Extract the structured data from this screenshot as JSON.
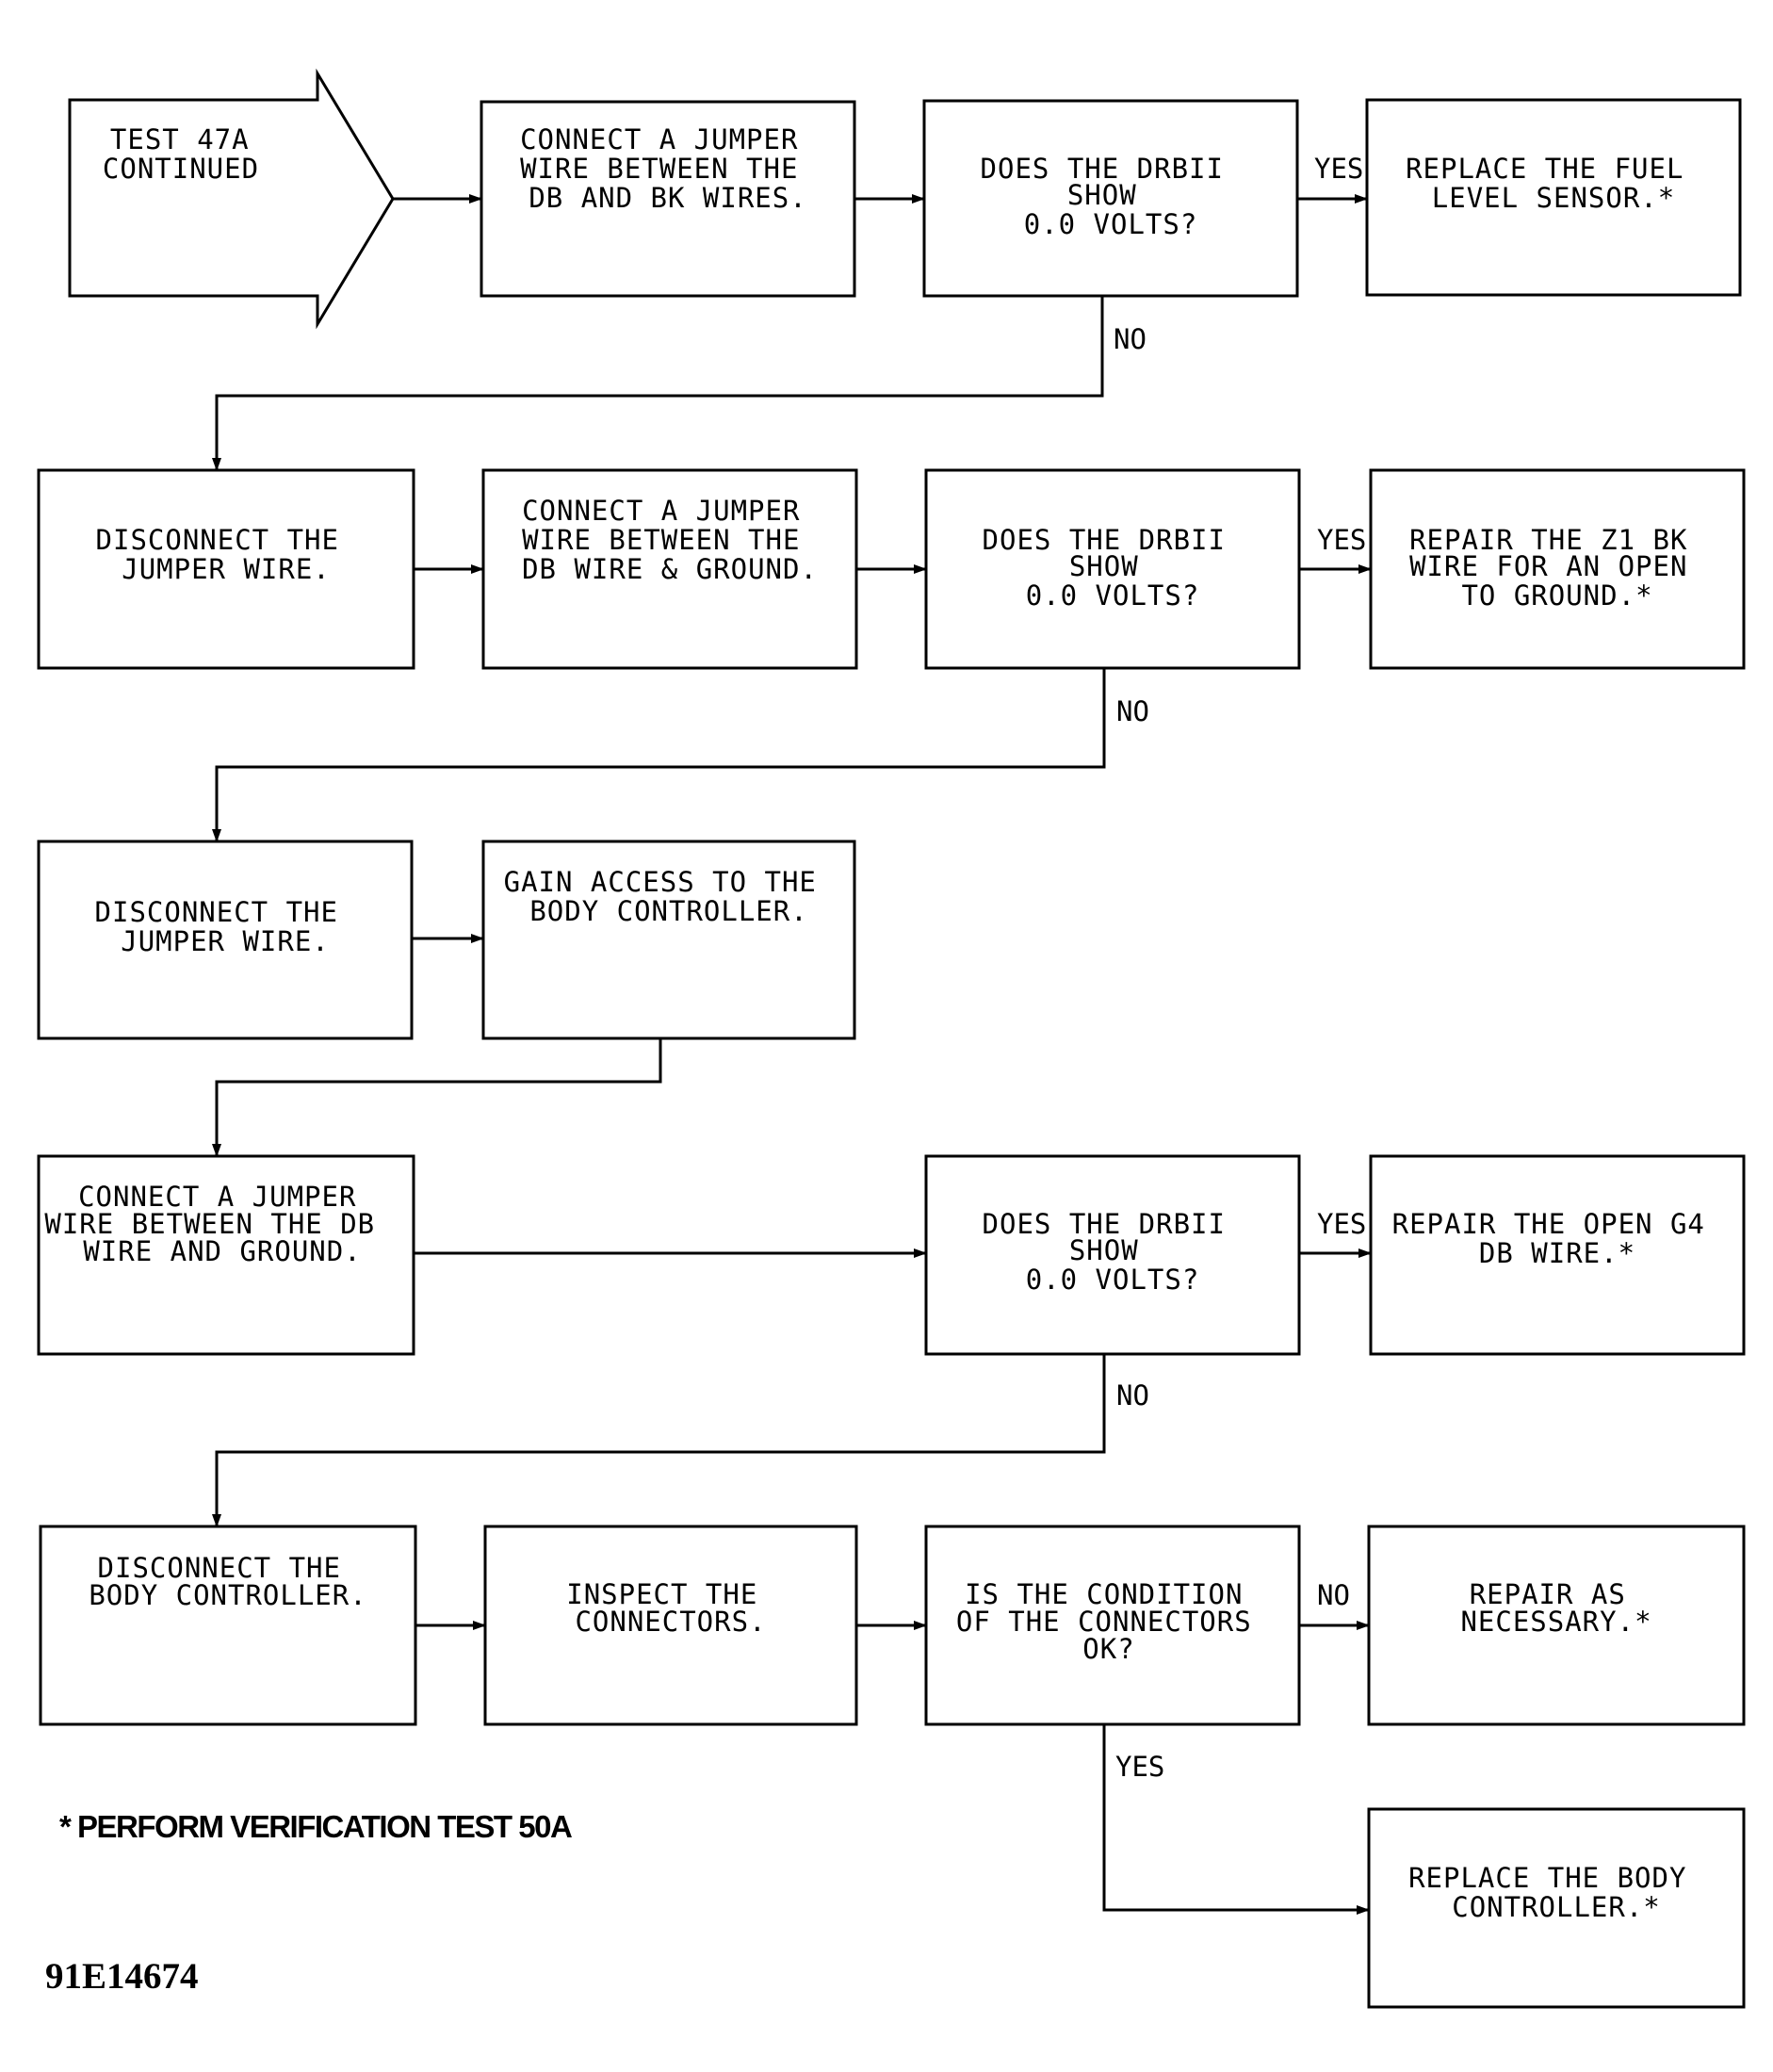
{
  "start": {
    "lines": [
      "TEST 47A",
      "CONTINUED"
    ]
  },
  "row1": {
    "step1": {
      "lines": [
        "CONNECT A JUMPER",
        "WIRE BETWEEN THE",
        "DB AND BK WIRES."
      ]
    },
    "decision": {
      "lines": [
        "DOES THE DRBII",
        "SHOW",
        "0.0 VOLTS?"
      ]
    },
    "yes_label": "YES",
    "no_label": "NO",
    "result": {
      "lines": [
        "REPLACE THE FUEL",
        "LEVEL SENSOR.*"
      ]
    }
  },
  "row2": {
    "step1": {
      "lines": [
        "DISCONNECT THE",
        "JUMPER WIRE."
      ]
    },
    "step2": {
      "lines": [
        "CONNECT A JUMPER",
        "WIRE BETWEEN THE",
        "DB WIRE & GROUND."
      ]
    },
    "decision": {
      "lines": [
        "DOES THE DRBII",
        "SHOW",
        "0.0 VOLTS?"
      ]
    },
    "yes_label": "YES",
    "no_label": "NO",
    "result": {
      "lines": [
        "REPAIR THE Z1 BK",
        "WIRE FOR AN OPEN",
        "TO GROUND.*"
      ]
    }
  },
  "row3": {
    "step1": {
      "lines": [
        "DISCONNECT THE",
        "JUMPER WIRE."
      ]
    },
    "step2": {
      "lines": [
        "GAIN ACCESS TO THE",
        "BODY CONTROLLER."
      ]
    }
  },
  "row4": {
    "step1": {
      "lines": [
        "CONNECT A JUMPER",
        "WIRE BETWEEN THE DB",
        "WIRE AND GROUND."
      ]
    },
    "decision": {
      "lines": [
        "DOES THE DRBII",
        "SHOW",
        "0.0 VOLTS?"
      ]
    },
    "yes_label": "YES",
    "no_label": "NO",
    "result": {
      "lines": [
        "REPAIR THE OPEN G4",
        "DB WIRE.*"
      ]
    }
  },
  "row5": {
    "step1": {
      "lines": [
        "DISCONNECT THE",
        "BODY CONTROLLER."
      ]
    },
    "step2": {
      "lines": [
        "INSPECT THE",
        "CONNECTORS."
      ]
    },
    "decision": {
      "lines": [
        "IS THE CONDITION",
        "OF THE CONNECTORS",
        "OK?"
      ]
    },
    "no_label": "NO",
    "yes_label": "YES",
    "result_no": {
      "lines": [
        "REPAIR AS",
        "NECESSARY.*"
      ]
    },
    "result_yes": {
      "lines": [
        "REPLACE THE BODY",
        "CONTROLLER.*"
      ]
    }
  },
  "footnote": "* PERFORM VERIFICATION TEST 50A",
  "figure_id": "91E14674"
}
